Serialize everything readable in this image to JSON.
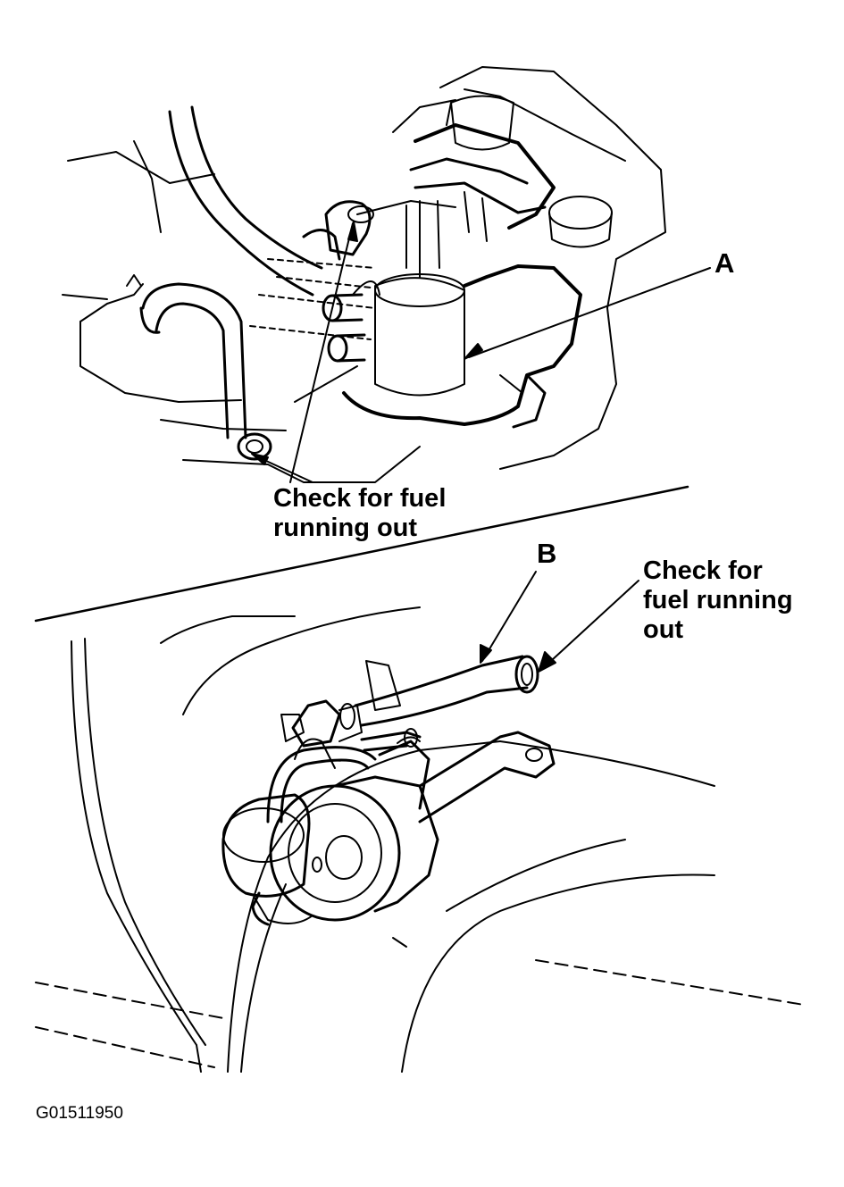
{
  "top_view": {
    "callout_a": "A",
    "note_line1": "Check for fuel",
    "note_line2": "running out"
  },
  "bottom_view": {
    "callout_b": "B",
    "note_line1": "Check for",
    "note_line2": "fuel running",
    "note_line3": "out"
  },
  "figure_id": "G01511950",
  "colors": {
    "ink": "#000000",
    "paper": "#ffffff"
  }
}
